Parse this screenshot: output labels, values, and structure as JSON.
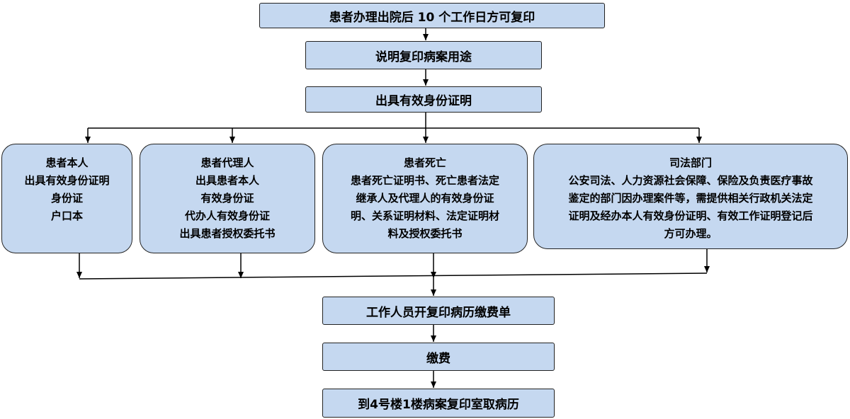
{
  "steps": {
    "step1": "患者办理出院后 10 个工作日方可复印",
    "step2": "说明复印病案用途",
    "step3": "出具有效身份证明",
    "step4": "工作人员开复印病历缴费单",
    "step5": "缴费",
    "step6": "到4号楼1楼病案复印室取病历"
  },
  "cases": [
    {
      "title": "患者本人",
      "lines": [
        "出具有效身份证明",
        "身份证",
        "户口本"
      ]
    },
    {
      "title": "患者代理人",
      "lines": [
        "出具患者本人",
        "有效身份证",
        "代办人有效身份证",
        "出具患者授权委托书"
      ]
    },
    {
      "title": "患者死亡",
      "lines": [
        "患者死亡证明书、死亡患者法定",
        "继承人及代理人的有效身份证",
        "明、关系证明材料、法定证明材",
        "料及授权委托书"
      ]
    },
    {
      "title": "司法部门",
      "lines": [
        "公安司法、人力资源社会保障、保险及负责医疗事故",
        "鉴定的部门因办理案件等，需提供相关行政机关法定",
        "证明及经办本人有效身份证明、有效工作证明登记后",
        "方可办理。"
      ]
    }
  ],
  "colors": {
    "box_fill": "#c5d8f0",
    "border": "#222222",
    "line": "#000000"
  }
}
